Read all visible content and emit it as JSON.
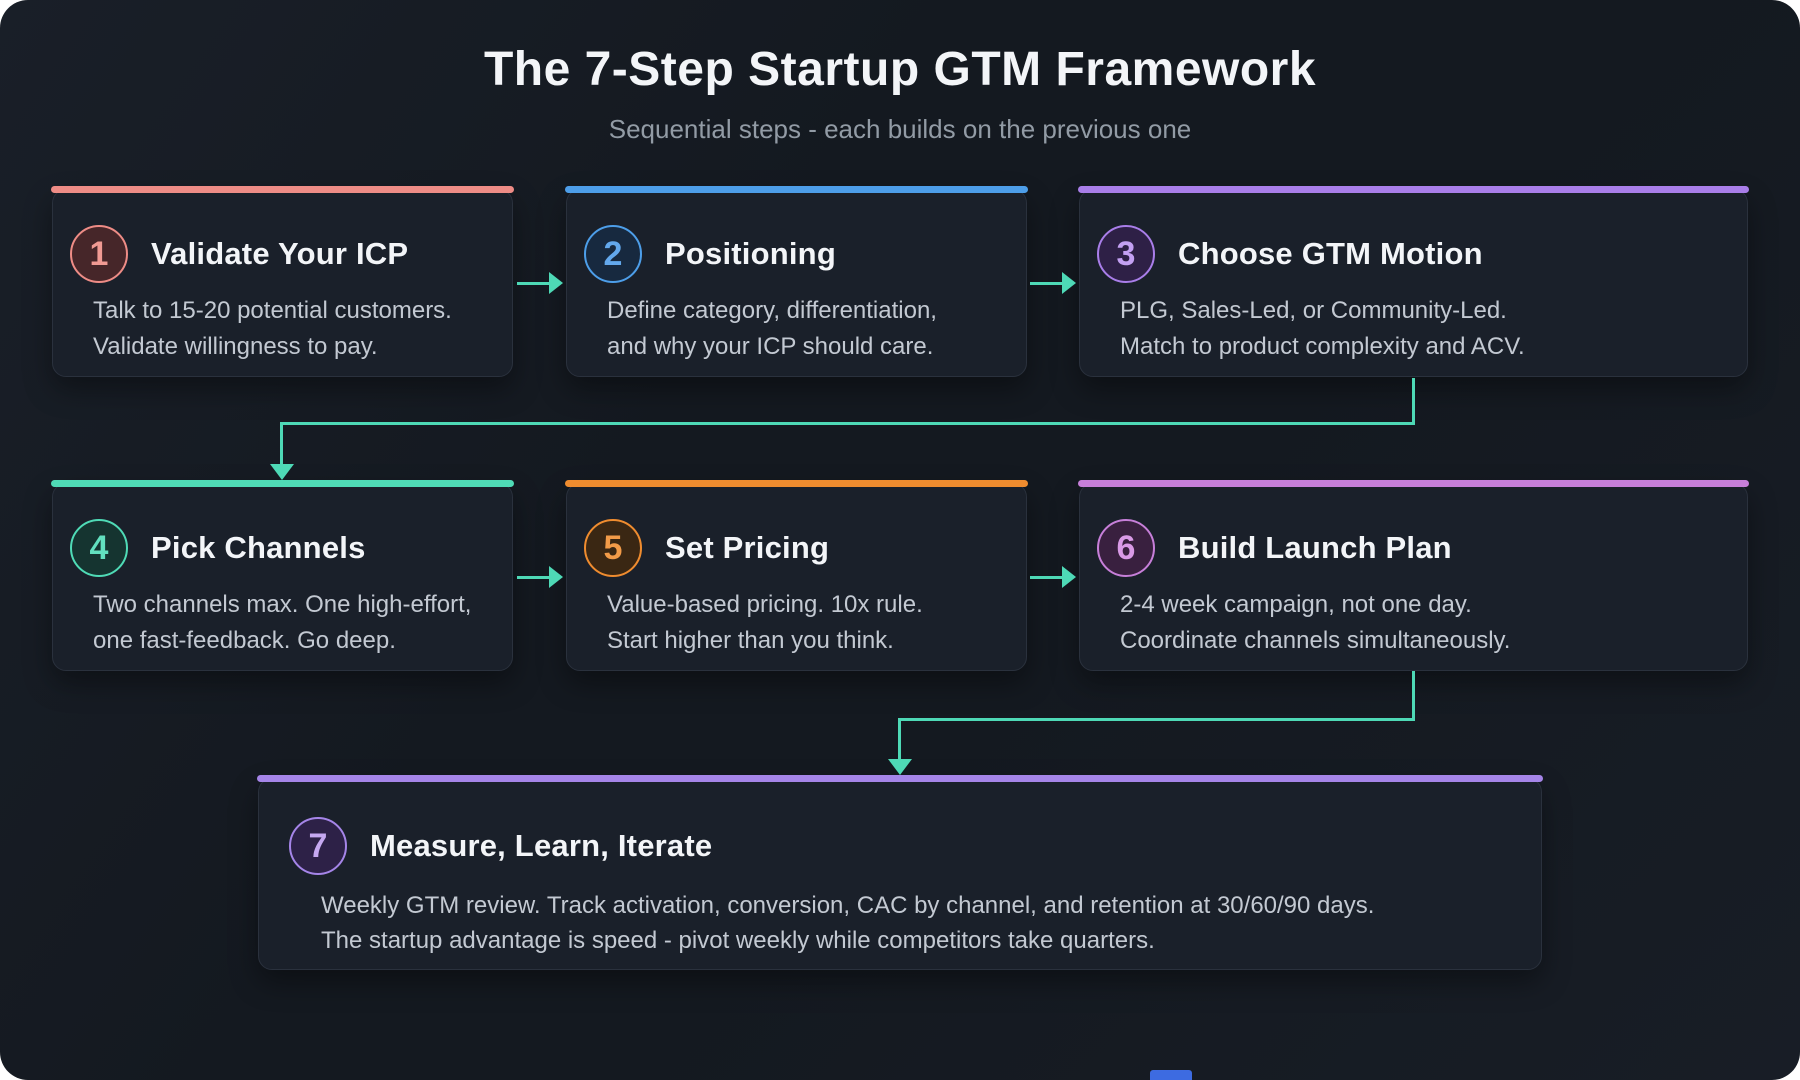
{
  "header": {
    "title": "The 7-Step Startup GTM Framework",
    "subtitle": "Sequential steps - each builds on the previous one"
  },
  "steps": [
    {
      "number": "1",
      "title": "Validate Your ICP",
      "lines": [
        "Talk to 15-20 potential customers.",
        "Validate willingness to pay."
      ],
      "accent_color": "#ee8c86",
      "circle_bg_color": "#462629",
      "number_color": "#f09a93"
    },
    {
      "number": "2",
      "title": "Positioning",
      "lines": [
        "Define category, differentiation,",
        "and why your ICP should care."
      ],
      "accent_color": "#4d9ee9",
      "circle_bg_color": "#17293f",
      "number_color": "#63a8ec"
    },
    {
      "number": "3",
      "title": "Choose GTM Motion",
      "lines": [
        "PLG, Sales-Led, or Community-Led.",
        "Match to product complexity and ACV."
      ],
      "accent_color": "#a97ee9",
      "circle_bg_color": "#2e2046",
      "number_color": "#c3a0f2"
    },
    {
      "number": "4",
      "title": "Pick Channels",
      "lines": [
        "Two channels max. One high-effort,",
        "one fast-feedback. Go deep."
      ],
      "accent_color": "#4fdbb6",
      "circle_bg_color": "#153430",
      "number_color": "#62e0bf"
    },
    {
      "number": "5",
      "title": "Set Pricing",
      "lines": [
        "Value-based pricing. 10x rule.",
        "Start higher than you think."
      ],
      "accent_color": "#ef8c2f",
      "circle_bg_color": "#3a2713",
      "number_color": "#f29b48"
    },
    {
      "number": "6",
      "title": "Build Launch Plan",
      "lines": [
        "2-4 week campaign, not one day.",
        "Coordinate channels simultaneously."
      ],
      "accent_color": "#c77fd9",
      "circle_bg_color": "#39203f",
      "number_color": "#d99ae6"
    },
    {
      "number": "7",
      "title": "Measure, Learn, Iterate",
      "lines": [
        "Weekly GTM review. Track activation, conversion, CAC by channel, and retention at 30/60/90 days.",
        "The startup advantage is speed - pivot weekly while competitors take quarters."
      ],
      "accent_color": "#a585e8",
      "circle_bg_color": "#2d2147",
      "number_color": "#c5a8f0"
    }
  ],
  "colors": {
    "page_background": "#141920",
    "card_background": "#1a202a",
    "title_text": "#f3f5f8",
    "subtitle_text": "#929ba5",
    "body_text": "#c3c9d2",
    "connector": "#4ed9b6",
    "bottom_artifact_blue": "#3d6be1"
  }
}
